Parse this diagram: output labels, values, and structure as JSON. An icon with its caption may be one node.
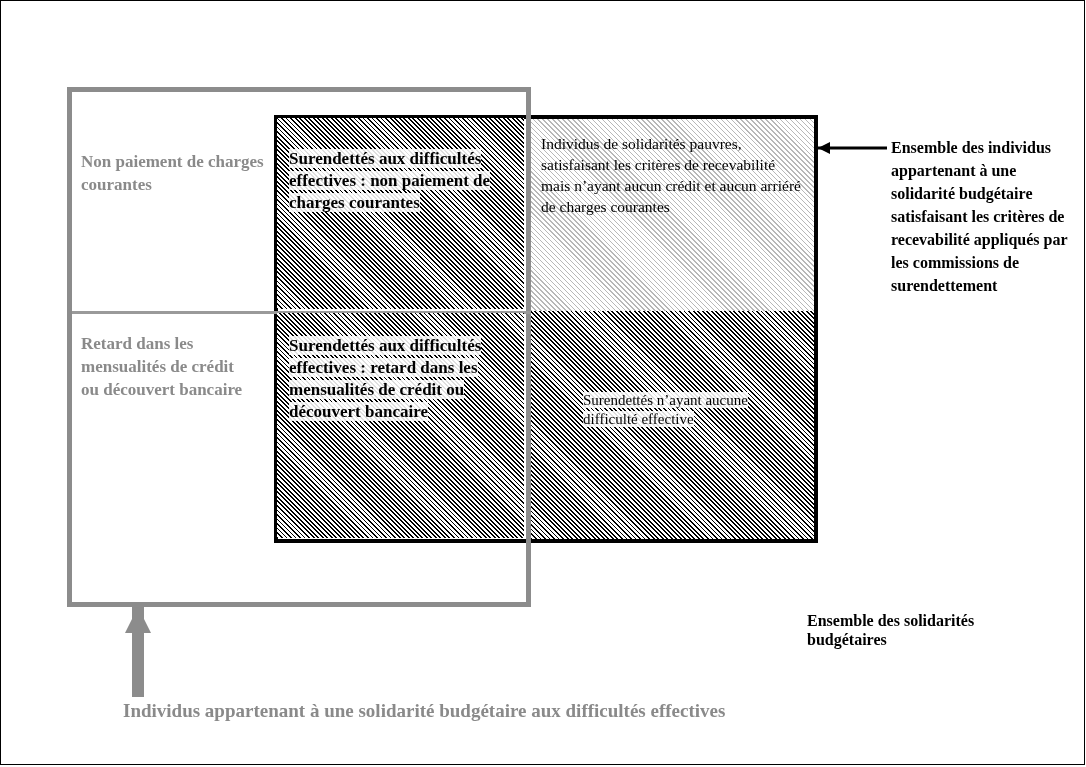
{
  "diagram": {
    "nodes": [
      {
        "text": [
          "Ensemble des solidarités budgétaires"
        ]
      },
      {
        "text": [],
        "shape": "box",
        "in": 0
      },
      {
        "text": [],
        "shape": "box",
        "in": 0
      },
      {
        "text": [
          "Non paiement de charges courantes"
        ],
        "in": 1
      },
      {
        "text": [
          "Surendettés aux difficultés effectives : non paiement de charges courantes"
        ]
      },
      {
        "text": [
          "Individus de solidarités pauvres, satisfaisant les critères de recevabilité mais n’ayant aucun crédit et aucun arriéré de charges courantes"
        ],
        "in": 2
      },
      {
        "text": [
          "Ensemble des individus appartenant à une solidarité budgétaire satisfaisant les critères de recevabilité appliqués par les commissions de surendettement"
        ],
        "in": 0
      },
      {
        "text": [
          "Retard dans les mensualités de crédit ou découvert bancaire"
        ],
        "in": 1
      },
      {
        "text": [
          "Surendettés aux difficultés effectives : retard dans les mensualités de crédit ou découvert bancaire"
        ]
      },
      {
        "text": [
          "Surendettés n’ayant aucune difficulté effective"
        ],
        "in": 2
      },
      {
        "text": [
          "Individus appartenant à une solidarité budgétaire aux difficultés effectives"
        ],
        "in": 0
      }
    ],
    "edges": [
      {
        "from": 6,
        "to": 2,
        "arrow": "to"
      },
      {
        "from": 10,
        "to": 1,
        "arrow": "to",
        "style": "thick",
        "color": "#8c8c8c"
      }
    ]
  }
}
